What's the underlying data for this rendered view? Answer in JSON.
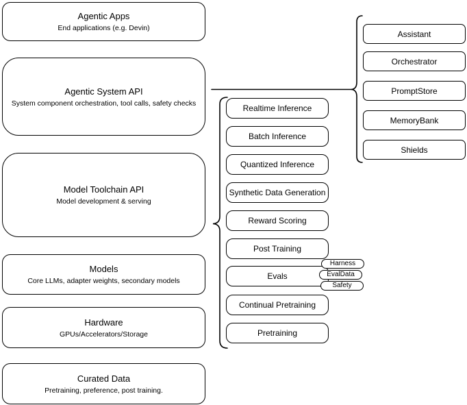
{
  "diagram": {
    "left_column": {
      "boxes": [
        {
          "title": "Agentic Apps",
          "subtitle": "End applications (e.g. Devin)"
        },
        {
          "title": "Agentic System API",
          "subtitle": "System component orchestration, tool calls, safety checks"
        },
        {
          "title": "Model Toolchain API",
          "subtitle": "Model development & serving"
        },
        {
          "title": "Models",
          "subtitle": "Core LLMs, adapter weights, secondary models"
        },
        {
          "title": "Hardware",
          "subtitle": "GPUs/Accelerators/Storage"
        },
        {
          "title": "Curated Data",
          "subtitle": "Pretraining, preference, post training."
        }
      ]
    },
    "middle_column": {
      "items": [
        "Realtime Inference",
        "Batch Inference",
        "Quantized Inference",
        "Synthetic Data Generation",
        "Reward Scoring",
        "Post Training",
        "Evals",
        "Continual Pretraining",
        "Pretraining"
      ]
    },
    "evals_tags": [
      "Harness",
      "EvalData",
      "Safety"
    ],
    "right_column": {
      "items": [
        "Assistant",
        "Orchestrator",
        "PromptStore",
        "MemoryBank",
        "Shields"
      ]
    },
    "colors": {
      "stroke": "#000000",
      "fill": "#ffffff",
      "background": "#ffffff"
    }
  }
}
